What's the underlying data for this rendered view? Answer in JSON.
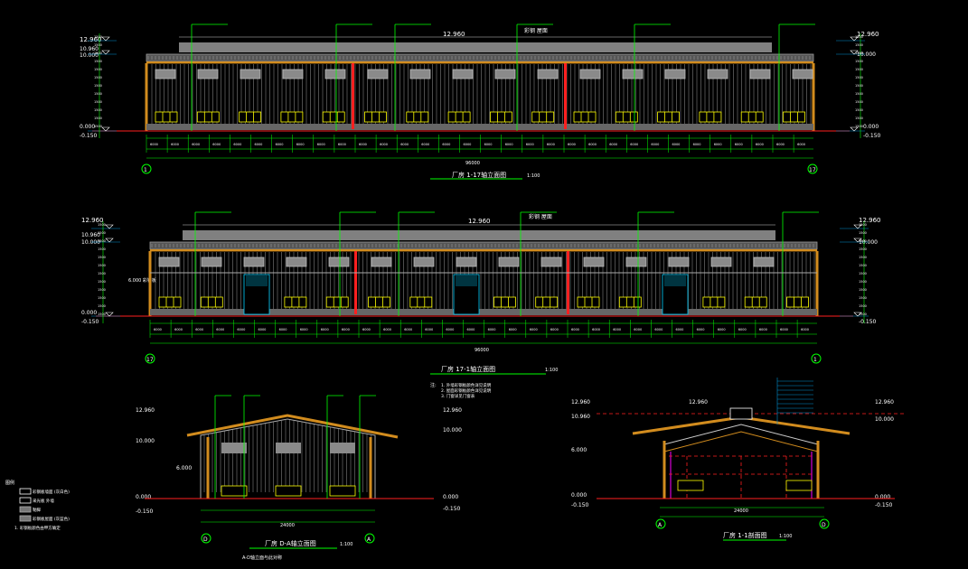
{
  "colors": {
    "background": "#000000",
    "roof": "#808080",
    "wall": "#c8c8c8",
    "eave": "#d28c1e",
    "column": "#ff2020",
    "window": "#ffff00",
    "dim": "#00ff00",
    "level": "#0090d0",
    "door": "#00d0ff"
  },
  "levels": {
    "top": "12.960",
    "eave_a": "10.960",
    "eave_b": "10.000",
    "ground": "0.000",
    "outdoor": "-0.150",
    "mid": "6.000"
  },
  "roof_note": "彩钢 屋面",
  "elevation_1": {
    "title": "厂房 1-17轴立面图",
    "scale": "1:100",
    "axis_left": "1",
    "axis_right": "17",
    "total": "96000"
  },
  "elevation_2": {
    "title": "厂房 17-1轴立面图",
    "scale": "1:100",
    "axis_left": "17",
    "axis_right": "1",
    "total": "96000",
    "band_note": "6.000 彩钢板"
  },
  "elevation_3": {
    "title": "厂房 D-A轴立面图",
    "scale": "1:100",
    "axis_left": "D",
    "axis_right": "A",
    "total": "24000",
    "note": "A-D轴立面与此对称"
  },
  "section": {
    "title": "厂房 1-1剖面图",
    "scale": "1:100",
    "axis_left": "A",
    "axis_right": "D",
    "total": "24000",
    "span": "24000"
  },
  "notes": {
    "heading": "注:",
    "lines": [
      "1. 外墙彩钢板颜色详见说明",
      "2. 屋面彩钢板颜色详见说明",
      "3. 门窗详见门窗表"
    ]
  },
  "legend": {
    "heading": "图例",
    "items": [
      "彩钢板墙面 (灰白色)",
      "采光板 外墙",
      "勒脚",
      "彩钢板屋面 (灰蓝色)"
    ],
    "footer": "1. 彩钢板颜色由甲方确定"
  }
}
